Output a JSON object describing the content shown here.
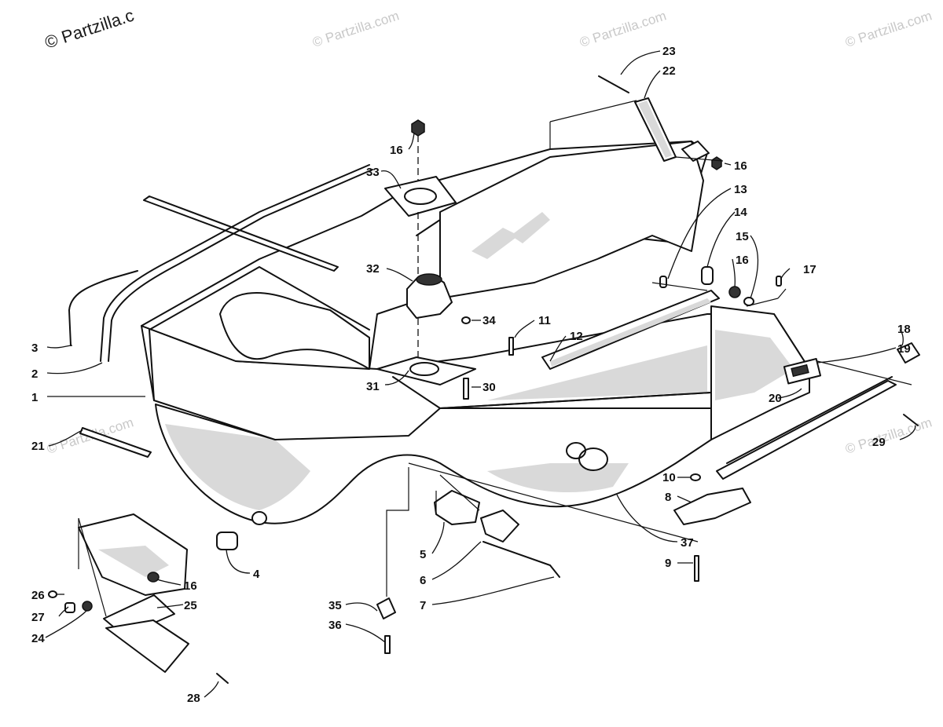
{
  "watermark": {
    "main": "© Partzilla.c",
    "repeat": "© Partzilla.com"
  },
  "callouts": {
    "c1": "1",
    "c2": "2",
    "c3": "3",
    "c4": "4",
    "c5": "5",
    "c6": "6",
    "c7": "7",
    "c8": "8",
    "c9": "9",
    "c10": "10",
    "c11": "11",
    "c12": "12",
    "c13": "13",
    "c14": "14",
    "c15": "15",
    "c16a": "16",
    "c16b": "16",
    "c16c": "16",
    "c16d": "16",
    "c17": "17",
    "c18": "18",
    "c19": "19",
    "c20": "20",
    "c21": "21",
    "c22": "22",
    "c23": "23",
    "c24": "24",
    "c25": "25",
    "c26": "26",
    "c27": "27",
    "c28": "28",
    "c29": "29",
    "c30": "30",
    "c31": "31",
    "c32": "32",
    "c33": "33",
    "c34": "34",
    "c35": "35",
    "c36": "36",
    "c37": "37"
  }
}
